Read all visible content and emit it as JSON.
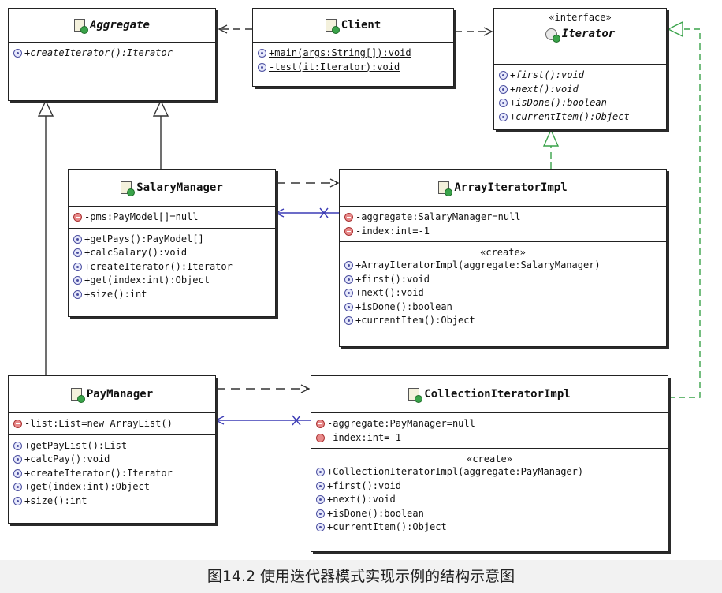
{
  "classes": {
    "aggregate": {
      "name": "Aggregate",
      "ops": [
        "+createIterator():Iterator"
      ]
    },
    "client": {
      "name": "Client",
      "ops": [
        "+main(args:String[]):void",
        "-test(it:Iterator):void"
      ]
    },
    "iterator": {
      "stereotype": "«interface»",
      "name": "Iterator",
      "ops": [
        "+first():void",
        "+next():void",
        "+isDone():boolean",
        "+currentItem():Object"
      ]
    },
    "salary_manager": {
      "name": "SalaryManager",
      "attrs": [
        "-pms:PayModel[]=null"
      ],
      "ops": [
        "+getPays():PayModel[]",
        "+calcSalary():void",
        "+createIterator():Iterator",
        "+get(index:int):Object",
        "+size():int"
      ]
    },
    "array_iterator_impl": {
      "name": "ArrayIteratorImpl",
      "attrs": [
        "-aggregate:SalaryManager=null",
        "-index:int=-1"
      ],
      "create_label": "«create»",
      "ops": [
        "+ArrayIteratorImpl(aggregate:SalaryManager)",
        "+first():void",
        "+next():void",
        "+isDone():boolean",
        "+currentItem():Object"
      ]
    },
    "pay_manager": {
      "name": "PayManager",
      "attrs": [
        "-list:List=new ArrayList()"
      ],
      "ops": [
        "+getPayList():List",
        "+calcPay():void",
        "+createIterator():Iterator",
        "+get(index:int):Object",
        "+size():int"
      ]
    },
    "collection_iterator_impl": {
      "name": "CollectionIteratorImpl",
      "attrs": [
        "-aggregate:PayManager=null",
        "-index:int=-1"
      ],
      "create_label": "«create»",
      "ops": [
        "+CollectionIteratorImpl(aggregate:PayManager)",
        "+first():void",
        "+next():void",
        "+isDone():boolean",
        "+currentItem():Object"
      ]
    }
  },
  "caption": "图14.2  使用迭代器模式实现示例的结构示意图",
  "colors": {
    "realization": "#3aa34a",
    "association": "#3b3bb5",
    "line": "#333333",
    "caption_bg": "#f2f2f2"
  }
}
